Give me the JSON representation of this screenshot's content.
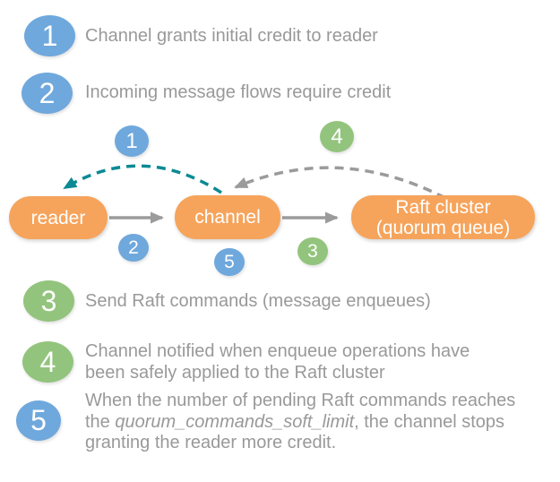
{
  "colors": {
    "blue": "#6fa8dc",
    "green": "#93c47d",
    "orange": "#f6a45c",
    "teal": "#0b8a94",
    "arrow_gray": "#9b9b9b",
    "text_gray": "#999999",
    "white": "#ffffff"
  },
  "legend_top": [
    {
      "num": "1",
      "text": "Channel grants initial credit to reader"
    },
    {
      "num": "2",
      "text": "Incoming message flows require credit"
    }
  ],
  "diagram": {
    "nodes": {
      "reader": {
        "label": "reader"
      },
      "channel": {
        "label": "channel"
      },
      "raft": {
        "line1": "Raft cluster",
        "line2": "(quorum queue)"
      }
    },
    "badges": {
      "b1": "1",
      "b2": "2",
      "b3": "3",
      "b4": "4",
      "b5": "5"
    },
    "arrows": {
      "credit_grant": "teal-dashed-arc-channel-to-reader",
      "applied_notification": "gray-dashed-arc-raft-to-channel",
      "reader_to_channel": "gray-solid-arrow",
      "channel_to_raft": "gray-solid-arrow"
    }
  },
  "legend_bottom": [
    {
      "num": "3",
      "text": "Send Raft commands (message enqueues)"
    },
    {
      "num": "4",
      "line1": "Channel notified when enqueue operations have",
      "line2": "been safely applied to the Raft cluster"
    },
    {
      "num": "5",
      "line1": "When the number of pending Raft commands reaches",
      "line2_pre": "the ",
      "line2_italic": "quorum_commands_soft_limit",
      "line2_post": ", the channel stops",
      "line3": "granting the reader more credit."
    }
  ]
}
